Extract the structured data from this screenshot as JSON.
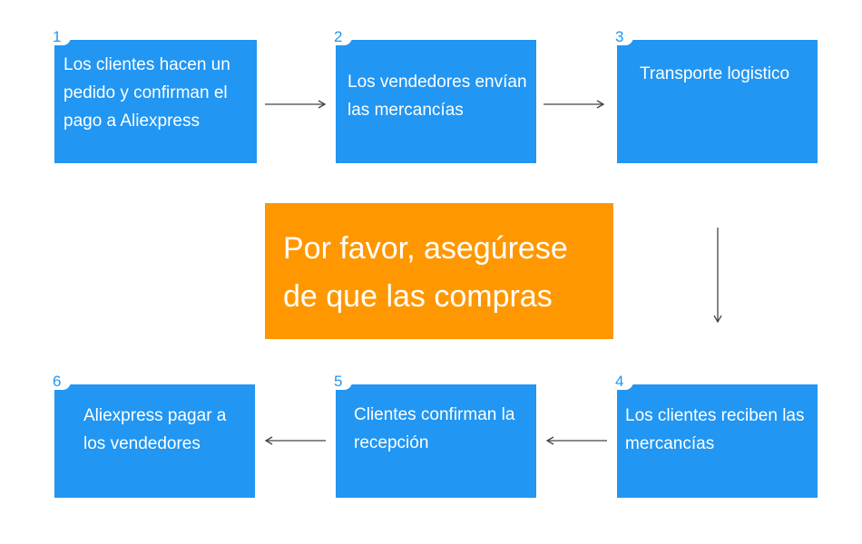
{
  "colors": {
    "step_box": "#2196f3",
    "banner": "#ff9800",
    "arrow": "#444444",
    "number": "#2196f3"
  },
  "steps": [
    {
      "number": "1",
      "text": "Los clientes hacen un pedido y confirman el pago a Aliexpress"
    },
    {
      "number": "2",
      "text": "Los vendedores envían las mercancías"
    },
    {
      "number": "3",
      "text": "Transporte logistico"
    },
    {
      "number": "4",
      "text": "Los clientes reciben las mercancías"
    },
    {
      "number": "5",
      "text": "Clientes confirman la recepción"
    },
    {
      "number": "6",
      "text": "Aliexpress pagar a los vendedores"
    }
  ],
  "banner": {
    "text": "Por favor, asegúrese de que las compras"
  },
  "connectors": [
    {
      "from": "1",
      "to": "2",
      "direction": "right"
    },
    {
      "from": "2",
      "to": "3",
      "direction": "right"
    },
    {
      "from": "3",
      "to": "4",
      "direction": "down"
    },
    {
      "from": "4",
      "to": "5",
      "direction": "left"
    },
    {
      "from": "5",
      "to": "6",
      "direction": "left"
    }
  ]
}
